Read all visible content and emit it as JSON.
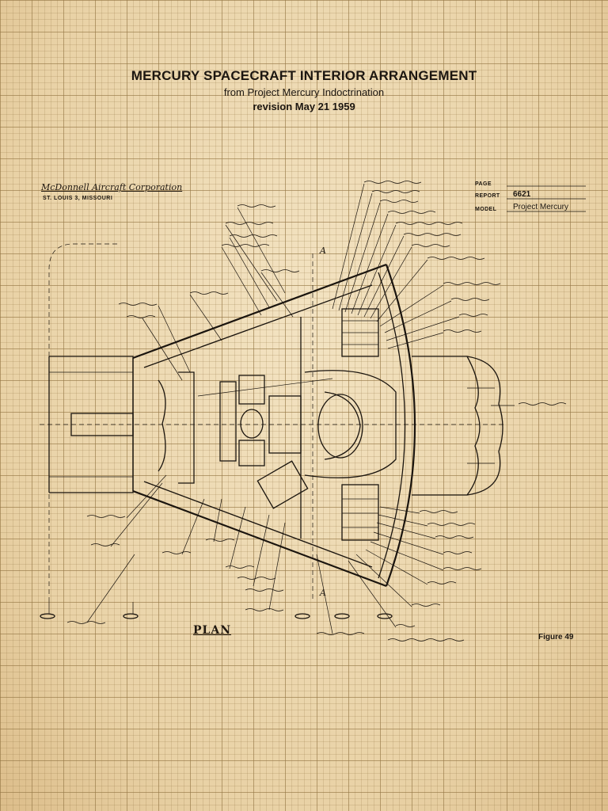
{
  "header": {
    "title": "MERCURY SPACECRAFT INTERIOR ARRANGEMENT",
    "subtitle": "from Project Mercury Indoctrination",
    "revision": "revision May 21 1959"
  },
  "company": {
    "name": "McDonnell Aircraft Corporation",
    "city": "ST. LOUIS 3, MISSOURI"
  },
  "title_block": {
    "page_label": "PAGE",
    "report_label": "REPORT",
    "report_value": "6621",
    "model_label": "MODEL",
    "model_value": "Project Mercury"
  },
  "drawing": {
    "view_label": "PLAN",
    "figure": "Figure 49",
    "section_marker": "A"
  }
}
